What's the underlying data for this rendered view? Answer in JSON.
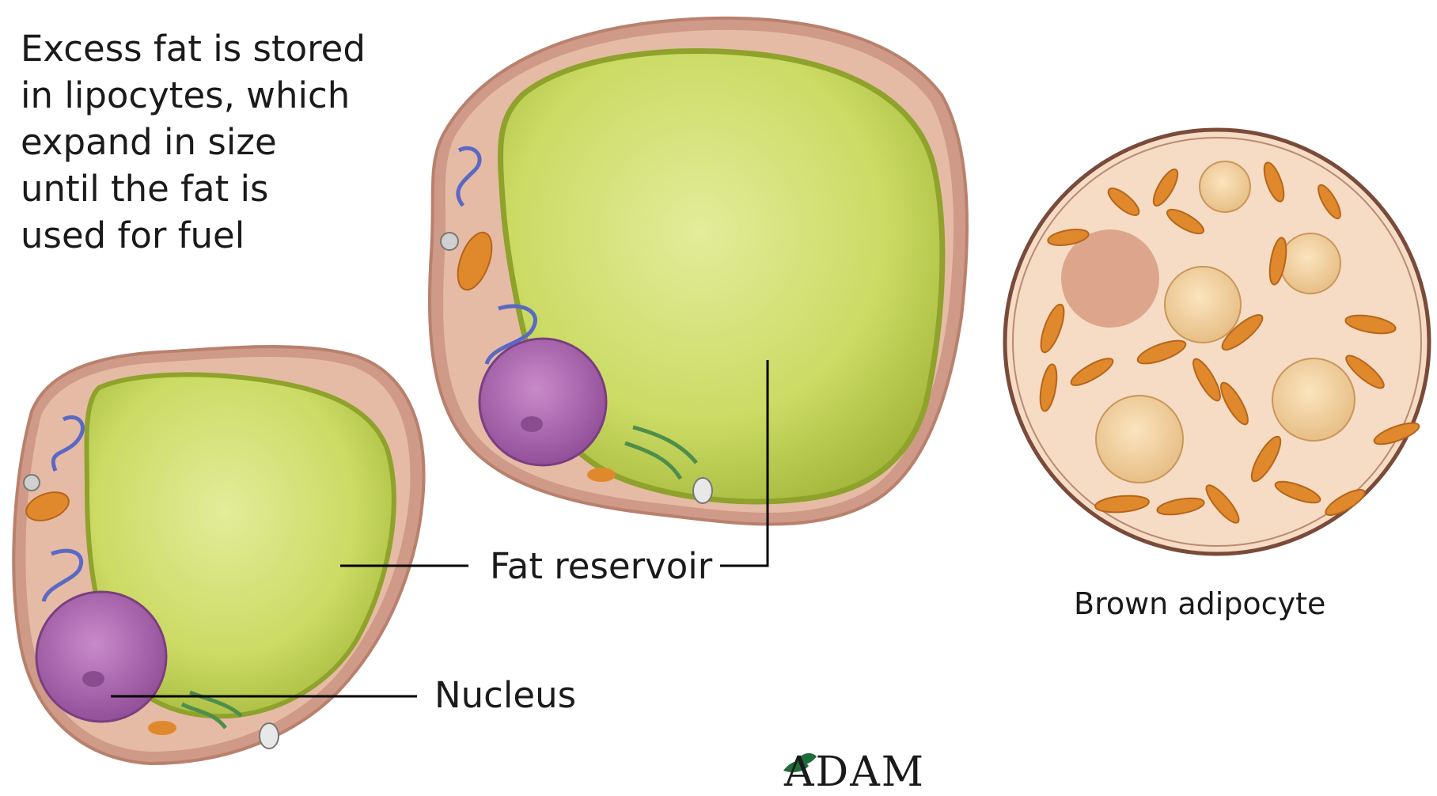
{
  "caption": {
    "lines": [
      "Excess fat is stored",
      "in lipocytes, which",
      "expand in size",
      "until the fat is",
      "used for fuel"
    ]
  },
  "labels": {
    "fat_reservoir": "Fat reservoir",
    "nucleus": "Nucleus",
    "brown_adipocyte": "Brown adipocyte"
  },
  "logo": {
    "text": "ADAM"
  },
  "colors": {
    "membrane": "#c98f7f",
    "cytoplasm": "#e3b49c",
    "fat_droplet": "#c4d65a",
    "fat_droplet_light": "#dbe88c",
    "fat_droplet_rim": "#8fa22c",
    "nucleus": "#b26bb4",
    "nucleus_dark": "#8a4c8f",
    "mitochondria": "#e0892c",
    "brown_cell": "#f6dcc4",
    "golgi_blue": "#5a69c4",
    "er_green": "#4f8e4a",
    "logo_leaf": "#1f6b3a"
  }
}
